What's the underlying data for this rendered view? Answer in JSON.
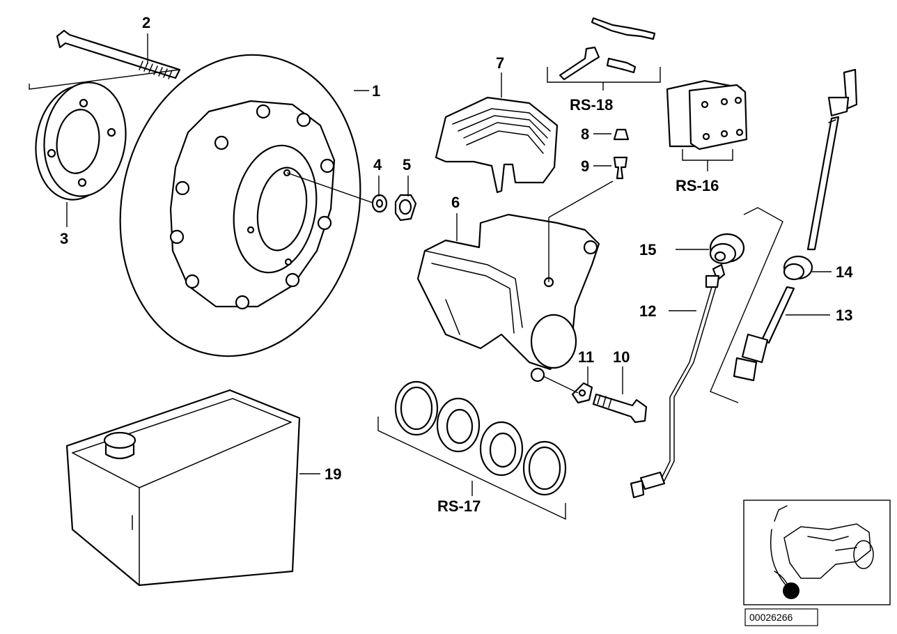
{
  "diagram": {
    "callouts": {
      "c1": "1",
      "c2": "2",
      "c3": "3",
      "c4": "4",
      "c5": "5",
      "c6": "6",
      "c7": "7",
      "c8": "8",
      "c9": "9",
      "c10": "10",
      "c11": "11",
      "c12": "12",
      "c13": "13",
      "c14": "14",
      "c15": "15",
      "c19": "19",
      "rs16": "RS-16",
      "rs17": "RS-17",
      "rs18": "RS-18"
    },
    "reference_number": "00026266"
  }
}
